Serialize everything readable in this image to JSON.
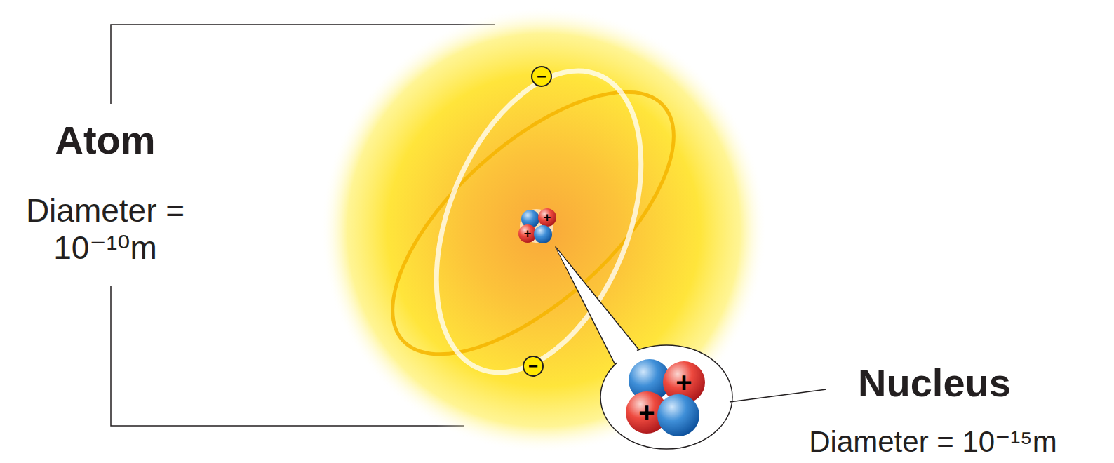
{
  "diagram": {
    "labels": [
      "Atom",
      "Diameter = 10⁻¹⁰m",
      "Nucleus",
      "Diameter = 10⁻¹⁵m",
      "−",
      "−",
      "+",
      "+",
      "+",
      "+"
    ]
  }
}
